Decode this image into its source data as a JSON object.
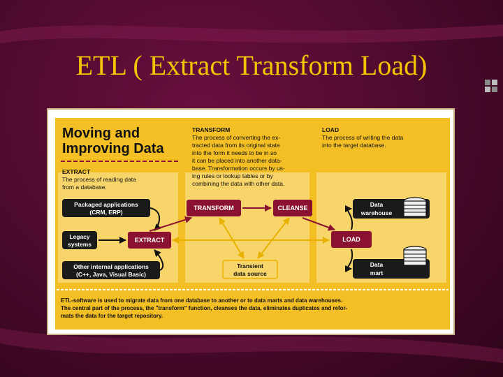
{
  "slide": {
    "title": "ETL ( Extract Transform Load)"
  },
  "figure": {
    "heading": [
      "Moving and",
      "Improving Data"
    ],
    "extract": {
      "label": "EXTRACT",
      "desc": [
        "The process of reading data",
        "from a database."
      ]
    },
    "transform": {
      "label": "TRANSFORM",
      "desc": [
        "The process of converting the ex-",
        "tracted data from its original state",
        "into the form it needs to be in so",
        "it can be placed into another data-",
        "base. Transformation occurs by us-",
        "ing rules or lookup tables or by",
        "combining the data with other data."
      ]
    },
    "load": {
      "label": "LOAD",
      "desc": [
        "The process of writing the data",
        "into the target database."
      ]
    },
    "sources": [
      [
        "Packaged applications",
        "(CRM, ERP)"
      ],
      [
        "Legacy",
        "systems"
      ],
      [
        "Other internal applications",
        "(C++, Java, Visual Basic)"
      ]
    ],
    "nodes": {
      "extract": "EXTRACT",
      "transform": "TRANSFORM",
      "cleanse": "CLEANSE",
      "load": "LOAD",
      "transient": [
        "Transient",
        "data source"
      ]
    },
    "targets": [
      [
        "Data",
        "warehouse"
      ],
      [
        "Data",
        "mart"
      ]
    ],
    "caption": [
      "ETL-software is used to migrate data from one database to another or to data marts and data warehouses.",
      "The central part of the process, the \"transform\" function, cleanses the data, eliminates duplicates and refor-",
      "mats the data for the target repository."
    ]
  },
  "colors": {
    "title": "#f5c400",
    "panel": "#f3bf24",
    "node": "#8a1230",
    "dark": "#1a1a1a"
  }
}
